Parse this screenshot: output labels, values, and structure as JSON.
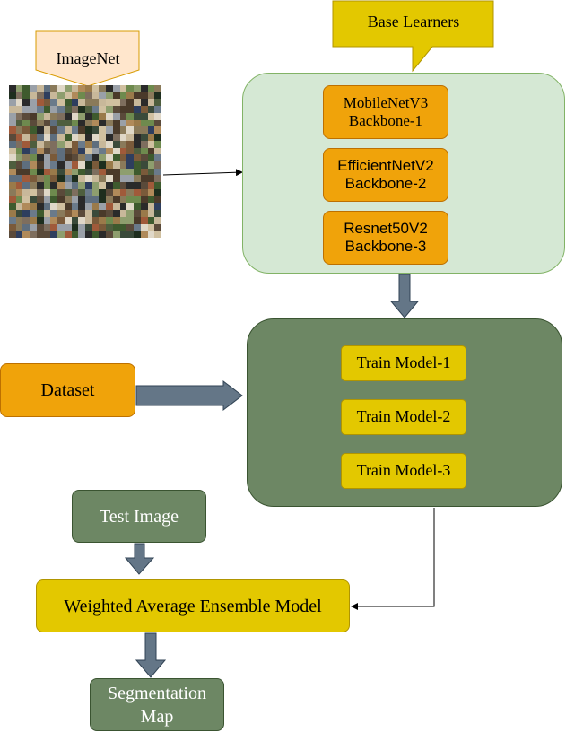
{
  "imagenet": {
    "label": "ImageNet"
  },
  "base_learners": {
    "callout": "Base Learners",
    "models": [
      {
        "name": "MobileNetV3",
        "sub": "Backbone-1"
      },
      {
        "name": "EfficientNetV2",
        "sub": "Backbone-2"
      },
      {
        "name": "Resnet50V2",
        "sub": "Backbone-3"
      }
    ]
  },
  "dataset": {
    "label": "Dataset"
  },
  "training": {
    "models": [
      "Train Model-1",
      "Train Model-2",
      "Train Model-3"
    ]
  },
  "test_image": {
    "label": "Test Image"
  },
  "ensemble": {
    "label": "Weighted Average Ensemble Model"
  },
  "output": {
    "line1": "Segmentation",
    "line2": "Map"
  },
  "colors": {
    "orange": "#f0a30a",
    "orange_border": "#bd7000",
    "yellow": "#e3c800",
    "yellow_border": "#b09500",
    "light_green": "#d5e8d4",
    "light_green_border": "#82b366",
    "dark_green": "#6d8764",
    "dark_green_border": "#3a5431",
    "peach": "#ffe6cc",
    "peach_border": "#d79b00",
    "arrow": "#647687"
  }
}
